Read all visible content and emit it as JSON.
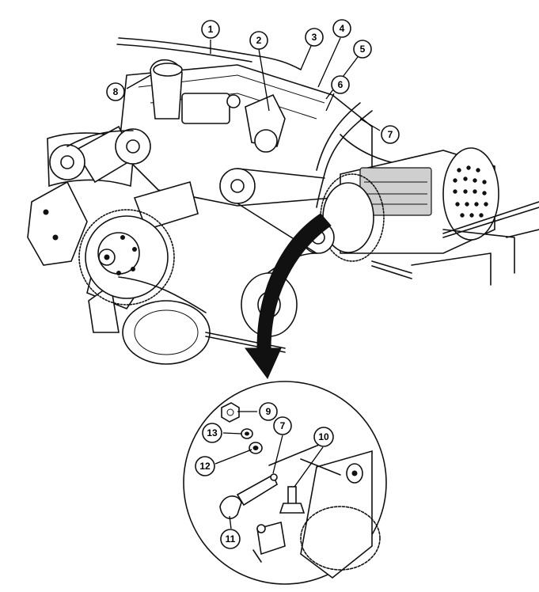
{
  "figure": {
    "callouts": [
      {
        "id": "c1",
        "label": "1"
      },
      {
        "id": "c2",
        "label": "2"
      },
      {
        "id": "c3",
        "label": "3"
      },
      {
        "id": "c4",
        "label": "4"
      },
      {
        "id": "c5",
        "label": "5"
      },
      {
        "id": "c6",
        "label": "6"
      },
      {
        "id": "c7",
        "label": "7"
      },
      {
        "id": "c8",
        "label": "8"
      },
      {
        "id": "c9",
        "label": "9"
      },
      {
        "id": "c10",
        "label": "10"
      },
      {
        "id": "c11",
        "label": "11"
      },
      {
        "id": "c12",
        "label": "12"
      },
      {
        "id": "c13",
        "label": "13"
      },
      {
        "id": "c7b",
        "label": "7"
      }
    ]
  }
}
